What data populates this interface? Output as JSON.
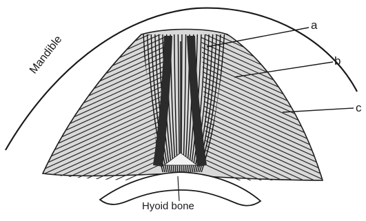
{
  "labels": {
    "mandible": "Mandible",
    "hyoid": "Hyoid bone",
    "a": "a",
    "b": "b",
    "c": "c"
  },
  "colors": {
    "ink": "#1a1a1a",
    "paper": "#ffffff"
  }
}
